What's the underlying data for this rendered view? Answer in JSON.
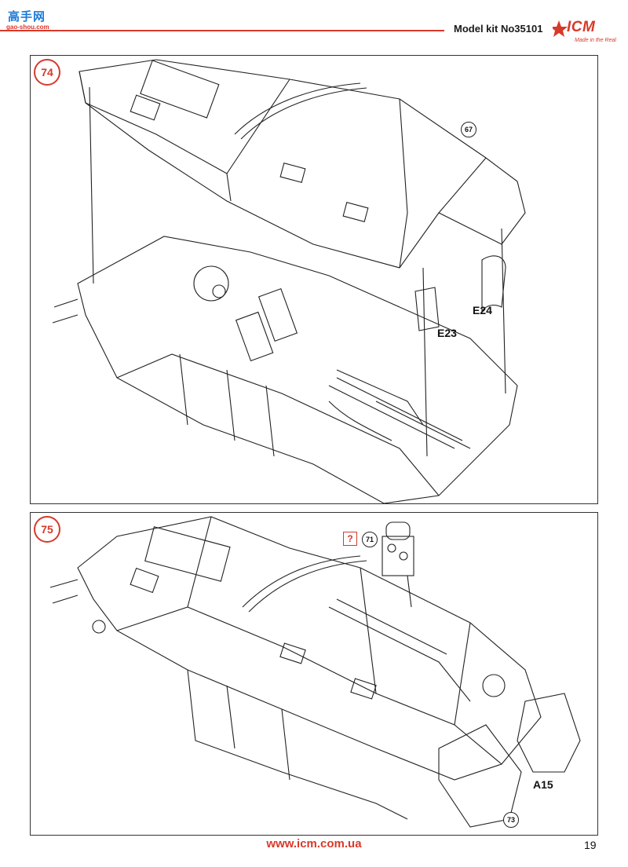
{
  "header": {
    "watermark_text": "高手网",
    "watermark_sub": "gao-shou.com",
    "kit_number": "Model kit No35101",
    "logo_text": "ICM",
    "logo_sub": "Made in the Real"
  },
  "steps": [
    {
      "number": "74",
      "refs": [
        "67"
      ],
      "parts": [
        "E24",
        "E23"
      ]
    },
    {
      "number": "75",
      "refs": [
        "71",
        "73"
      ],
      "attention_mark": "?",
      "parts": [
        "A15"
      ]
    }
  ],
  "footer": {
    "url": "www.icm.com.ua",
    "page_number": "19"
  },
  "colors": {
    "accent": "#d63a2a",
    "line": "#333333"
  }
}
